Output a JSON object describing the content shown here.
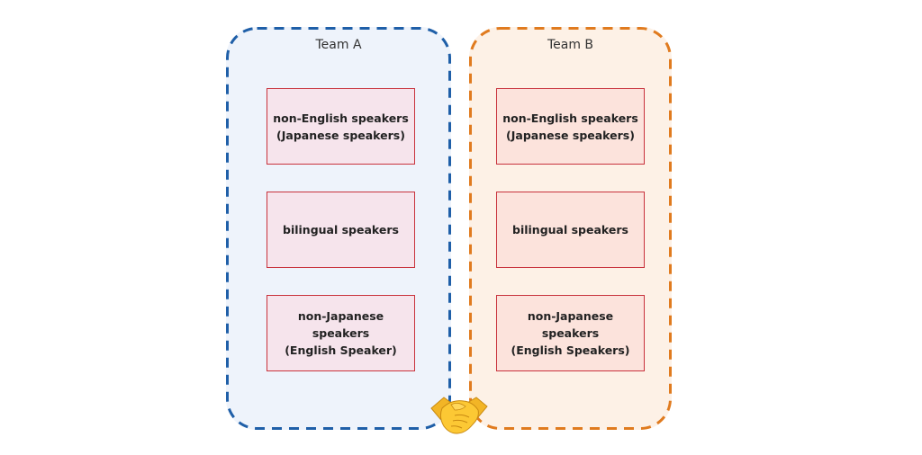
{
  "teams": [
    {
      "title": "Team A",
      "border_color": "#1f5fa8",
      "fill_color": "#eef3fb",
      "group_fill": "#f6e4ec",
      "groups": [
        {
          "label": "non-English speakers\n(Japanese speakers)"
        },
        {
          "label": "bilingual speakers"
        },
        {
          "label": "non-Japanese\nspeakers\n(English Speaker)"
        }
      ]
    },
    {
      "title": "Team B",
      "border_color": "#e07b1f",
      "fill_color": "#fdf1e6",
      "group_fill": "#fce3dc",
      "groups": [
        {
          "label": "non-English speakers\n(Japanese speakers)"
        },
        {
          "label": "bilingual speakers"
        },
        {
          "label": "non-Japanese\nspeakers\n(English Speakers)"
        }
      ]
    }
  ],
  "connector": {
    "icon": "handshake-icon",
    "glyph": "🤝"
  }
}
